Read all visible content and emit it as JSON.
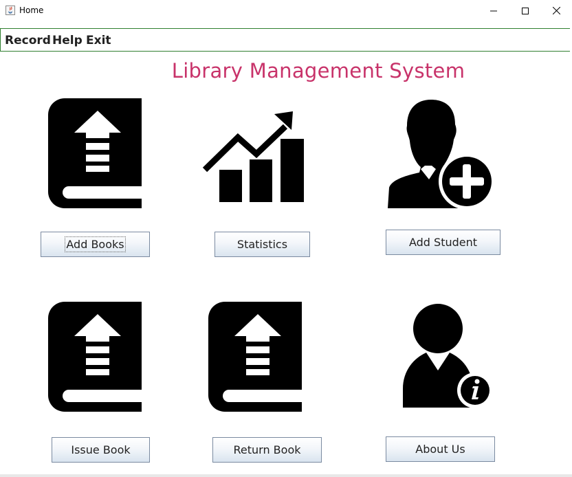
{
  "window": {
    "title": "Home"
  },
  "menu": {
    "items": [
      "Record",
      "Help",
      "Exit"
    ]
  },
  "app": {
    "title": "Library Management System"
  },
  "buttons": {
    "add_books": "Add Books",
    "statistics": "Statistics",
    "add_student": "Add Student",
    "issue_book": "Issue Book",
    "return_book": "Return Book",
    "about_us": "About Us"
  },
  "colors": {
    "title": "#c8336a",
    "menu_border": "#2f7f2f"
  },
  "icons": [
    "book-upload-icon",
    "statistics-chart-icon",
    "add-student-icon",
    "book-upload-icon",
    "book-upload-icon",
    "user-info-icon"
  ]
}
